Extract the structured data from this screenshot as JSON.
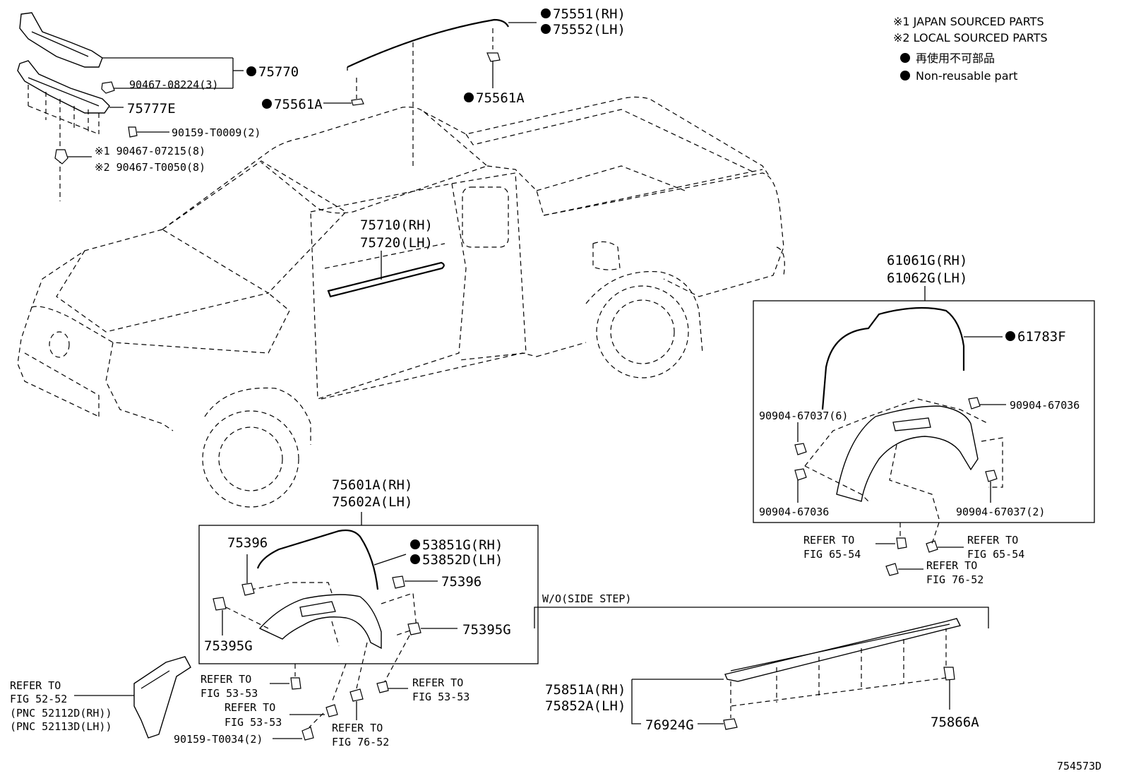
{
  "notes": {
    "japan": "※1 JAPAN SOURCED PARTS",
    "local": "※2 LOCAL SOURCED PARTS",
    "nonreuse_jp": "再使用不可部品",
    "nonreuse_en": "Non-reusable part"
  },
  "labels": {
    "p75551": "75551(RH)",
    "p75552": "75552(LH)",
    "p75770": "75770",
    "p90467_08224": "90467-08224(3)",
    "p75777E": "75777E",
    "p90159_T0009": "90159-T0009(2)",
    "p90467_07215": "※1 90467-07215(8)",
    "p90467_T0050": "※2 90467-T0050(8)",
    "p75561A_left": "75561A",
    "p75561A_right": "75561A",
    "p75710": "75710(RH)",
    "p75720": "75720(LH)",
    "p61061G": "61061G(RH)",
    "p61062G": "61062G(LH)",
    "p61783F": "61783F",
    "p90904_67037_6": "90904-67037(6)",
    "p90904_67036_top": "90904-67036",
    "p90904_67036_bot": "90904-67036",
    "p90904_67037_2": "90904-67037(2)",
    "refer_6554_a1": "REFER TO",
    "refer_6554_a2": "FIG 65-54",
    "refer_6554_b1": "REFER TO",
    "refer_6554_b2": "FIG 65-54",
    "refer_7652_a1": "REFER TO",
    "refer_7652_a2": "FIG 76-52",
    "p75601A": "75601A(RH)",
    "p75602A": "75602A(LH)",
    "p75396_a": "75396",
    "p75396_b": "75396",
    "p53851G": "53851G(RH)",
    "p53852D": "53852D(LH)",
    "p75395G_a": "75395G",
    "p75395G_b": "75395G",
    "refer_5353_a1": "REFER TO",
    "refer_5353_a2": "FIG 53-53",
    "refer_5353_b1": "REFER TO",
    "refer_5353_b2": "FIG 53-53",
    "refer_5353_c1": "REFER TO",
    "refer_5353_c2": "FIG 53-53",
    "refer_7652_b1": "REFER TO",
    "refer_7652_b2": "FIG 76-52",
    "p90159_T0034": "90159-T0034(2)",
    "refer_5252_1": "REFER TO",
    "refer_5252_2": "FIG 52-52",
    "pnc_rh": "(PNC 52112D(RH))",
    "pnc_lh": "(PNC 52113D(LH))",
    "wo_side_step": "W/O(SIDE STEP)",
    "p75851A": "75851A(RH)",
    "p75852A": "75852A(LH)",
    "p76924G": "76924G",
    "p75866A": "75866A",
    "diagram_id": "754573D"
  }
}
